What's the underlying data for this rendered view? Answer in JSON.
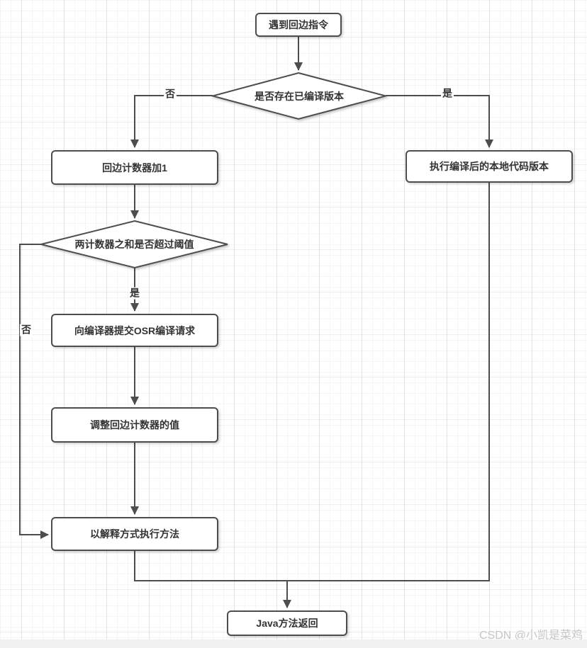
{
  "flowchart": {
    "nodes": {
      "start": "遇到回边指令",
      "decision_compiled": "是否存在已编译版本",
      "increment_counter": "回边计数器加1",
      "execute_native": "执行编译后的本地代码版本",
      "decision_threshold": "两计数器之和是否超过阈值",
      "submit_osr": "向编译器提交OSR编译请求",
      "adjust_counter": "调整回边计数器的值",
      "interpret_execute": "以解释方式执行方法",
      "java_return": "Java方法返回"
    },
    "edge_labels": {
      "compiled_no": "否",
      "compiled_yes": "是",
      "threshold_yes": "是",
      "threshold_no": "否"
    },
    "colors": {
      "stroke": "#4d4d4d",
      "node_fill": "#ffffff",
      "text": "#333333",
      "watermark": "#c5c5c5"
    }
  },
  "watermark": "CSDN @小凯是菜鸡"
}
